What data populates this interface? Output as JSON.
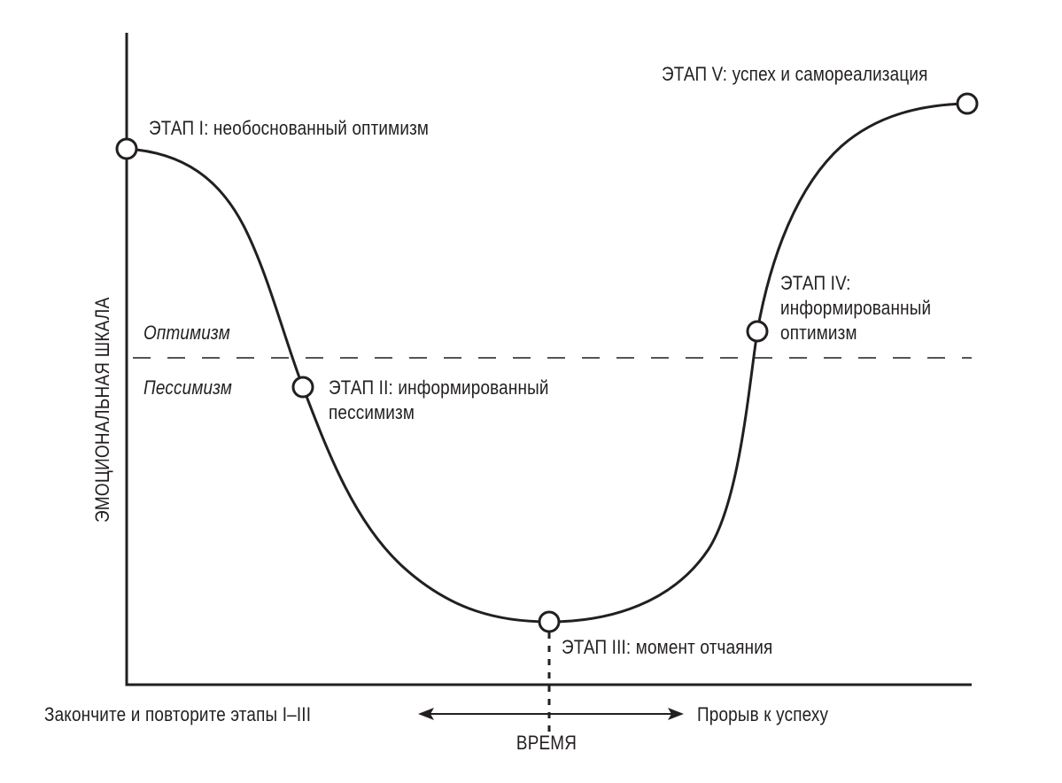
{
  "diagram": {
    "y_axis_label": "ЭМОЦИОНАЛЬНАЯ ШКАЛА",
    "x_axis_label": "ВРЕМЯ",
    "zones": {
      "above_line": "Оптимизм",
      "below_line": "Пессимизм"
    },
    "stages": [
      {
        "id": "I",
        "label": "ЭТАП I: необоснованный оптимизм",
        "point": [
          143,
          168
        ]
      },
      {
        "id": "II",
        "label_line1": "ЭТАП II: информированный",
        "label_line2": "пессимизм",
        "point": [
          342,
          437
        ]
      },
      {
        "id": "III",
        "label": "ЭТАП III: момент отчаяния",
        "point": [
          620,
          702
        ]
      },
      {
        "id": "IV",
        "label_line1": "ЭТАП IV:",
        "label_line2": "информированный",
        "label_line3": "оптимизм",
        "point": [
          855,
          374
        ]
      },
      {
        "id": "V",
        "label": "ЭТАП V: успех и самореализация",
        "point": [
          1092,
          117
        ]
      }
    ],
    "time_arrow": {
      "left_label": "Закончите и повторите этапы I–III",
      "right_label": "Прорыв к успеху"
    },
    "colors": {
      "stroke": "#231f20",
      "dashed_line": "#555555",
      "background": "#ffffff"
    }
  }
}
